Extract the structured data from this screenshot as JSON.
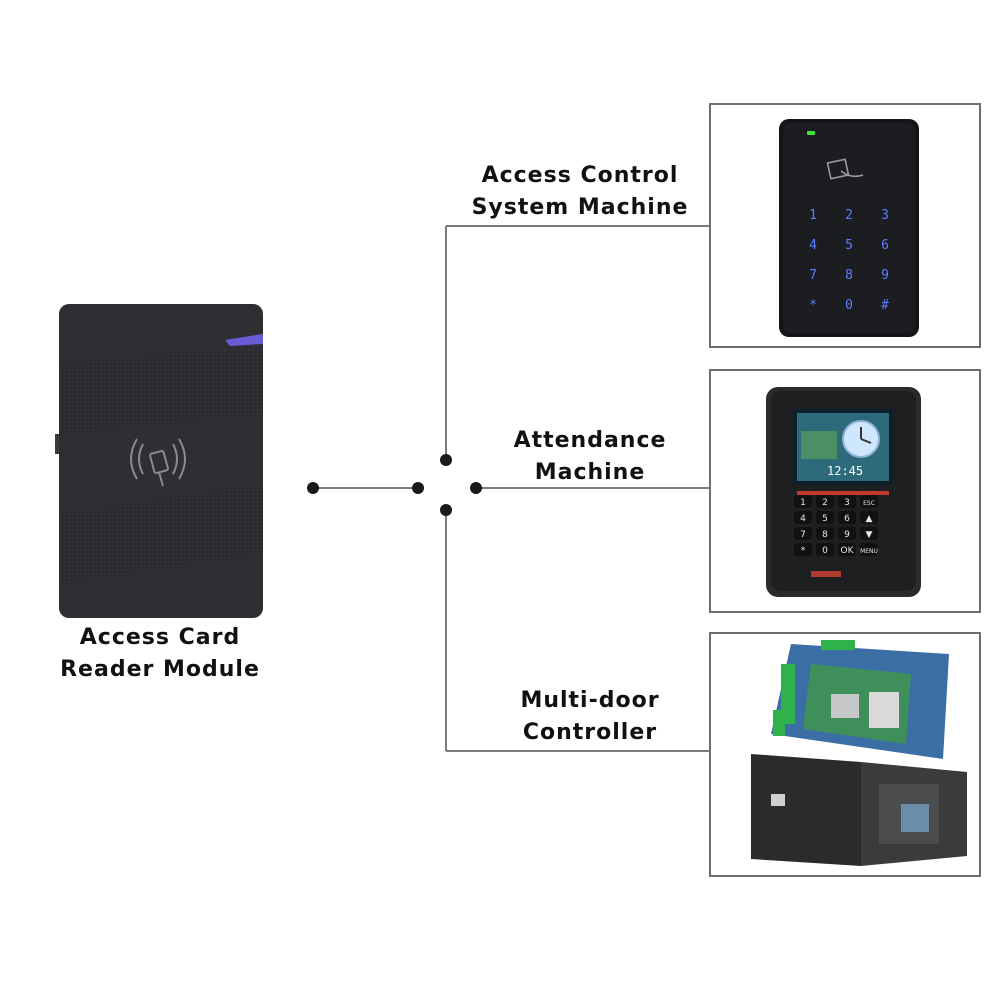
{
  "reader": {
    "label_line1": "Access Card",
    "label_line2": "Reader Module"
  },
  "devices": [
    {
      "label_line1": "Access Control",
      "label_line2": "System Machine"
    },
    {
      "label_line1": "Attendance",
      "label_line2": "Machine"
    },
    {
      "label_line1": "Multi-door",
      "label_line2": "Controller"
    }
  ],
  "keypad_access": [
    "1",
    "2",
    "3",
    "4",
    "5",
    "6",
    "7",
    "8",
    "9",
    "*",
    "0",
    "#"
  ],
  "keypad_attendance": [
    "1",
    "2",
    "3",
    "ESC",
    "4",
    "5",
    "6",
    "▲",
    "7",
    "8",
    "9",
    "▼",
    "*",
    "0",
    "OK",
    "MENU"
  ],
  "attendance_clock": "12:45",
  "colors": {
    "line": "#7a7a7a",
    "dot": "#1a1a1a",
    "frame": "#6e6e6e",
    "device_body": "#2a2b2d",
    "key_glow": "#5a7dff",
    "led": "#39e639",
    "pcb_blue": "#3a6ea5",
    "pcb_green": "#3e8f5a",
    "terminal_green": "#2fb24a"
  }
}
